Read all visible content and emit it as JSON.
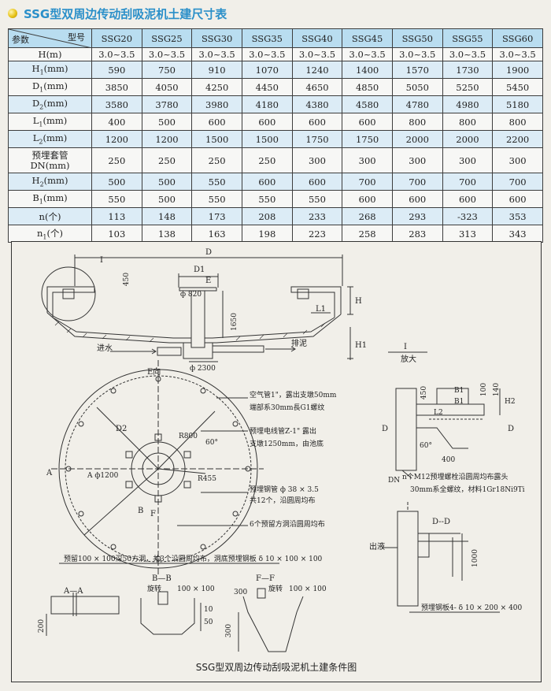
{
  "header": {
    "title": "SSG型双周边传动刮吸泥机土建尺寸表"
  },
  "table": {
    "corner_top": "型号",
    "corner_bottom": "参数",
    "models": [
      "SSG20",
      "SSG25",
      "SSG30",
      "SSG35",
      "SSG40",
      "SSG45",
      "SSG50",
      "SSG55",
      "SSG60"
    ],
    "rows": [
      {
        "base": "H",
        "sub": "",
        "unit": "(m)",
        "values": [
          "3.0~3.5",
          "3.0~3.5",
          "3.0~3.5",
          "3.0~3.5",
          "3.0~3.5",
          "3.0~3.5",
          "3.0~3.5",
          "3.0~3.5",
          "3.0~3.5"
        ]
      },
      {
        "base": "H",
        "sub": "1",
        "unit": "(mm)",
        "values": [
          "590",
          "750",
          "910",
          "1070",
          "1240",
          "1400",
          "1570",
          "1730",
          "1900"
        ]
      },
      {
        "base": "D",
        "sub": "1",
        "unit": "(mm)",
        "values": [
          "3850",
          "4050",
          "4250",
          "4450",
          "4650",
          "4850",
          "5050",
          "5250",
          "5450"
        ]
      },
      {
        "base": "D",
        "sub": "2",
        "unit": "(mm)",
        "values": [
          "3580",
          "3780",
          "3980",
          "4180",
          "4380",
          "4580",
          "4780",
          "4980",
          "5180"
        ]
      },
      {
        "base": "L",
        "sub": "1",
        "unit": "(mm)",
        "values": [
          "400",
          "500",
          "600",
          "600",
          "600",
          "600",
          "800",
          "800",
          "800"
        ]
      },
      {
        "base": "L",
        "sub": "2",
        "unit": "(mm)",
        "values": [
          "1200",
          "1200",
          "1500",
          "1500",
          "1750",
          "1750",
          "2000",
          "2000",
          "2200"
        ]
      },
      {
        "base": "预埋套管",
        "sub": "",
        "unit": "DN(mm)",
        "values": [
          "250",
          "250",
          "250",
          "250",
          "300",
          "300",
          "300",
          "300",
          "300"
        ]
      },
      {
        "base": "H",
        "sub": "2",
        "unit": "(mm)",
        "values": [
          "500",
          "500",
          "550",
          "600",
          "600",
          "700",
          "700",
          "700",
          "700"
        ]
      },
      {
        "base": "B",
        "sub": "1",
        "unit": "(mm)",
        "values": [
          "550",
          "500",
          "550",
          "550",
          "550",
          "600",
          "600",
          "600",
          "600"
        ]
      },
      {
        "base": "n(个)",
        "sub": "",
        "unit": "",
        "values": [
          "113",
          "148",
          "173",
          "208",
          "233",
          "268",
          "293",
          "-323",
          "353"
        ]
      },
      {
        "base": "n",
        "sub": "1",
        "unit": "(个)",
        "values": [
          "103",
          "138",
          "163",
          "198",
          "223",
          "258",
          "283",
          "313",
          "343"
        ]
      }
    ]
  },
  "drawing": {
    "caption": "SSG型双周边传动刮吸泥机土建条件图",
    "labels": {
      "D": "D",
      "D1": "D1",
      "E": "E",
      "I": "I",
      "h450": "450",
      "phi820": "ф 820",
      "h1650": "1650",
      "H": "H",
      "L1": "L1",
      "H1": "H1",
      "inlet": "进水",
      "outlet": "排泥",
      "phi2300": "ф 2300",
      "Edir": "E向",
      "D2": "D2",
      "R800": "R800",
      "deg60": "60°",
      "R455": "R455",
      "A": "A",
      "phi1200": "A ф1200",
      "B": "B",
      "F": "F",
      "note_air1": "空气管1\"，露出支墩50mm",
      "note_air2": "端部系30mm長G1螺纹",
      "note_cable1": "预埋电线管Z-1\" 露出",
      "note_cable2": "支墩1250mm，由池底",
      "note_pipe1": "预埋钢管 ф 38 × 3.5",
      "note_pipe2": "共12个，沿圆周均布",
      "note_holes": "6个预留方洞沿圆周均布",
      "note_bottom": "预留100 × 100深50方洞，共3个沿圆周均布，洞底预埋钢板 δ 10 × 100 × 100",
      "detail_I": "I",
      "detail_enlarge": "放大",
      "d450": "450",
      "B1a": "B1",
      "b100": "100",
      "b140": "140",
      "B1b": "B1",
      "H2": "H2",
      "L2": "L2",
      "ang": "60°",
      "dim400": "400",
      "Dleft": "D",
      "Dright": "D",
      "DN": "DN",
      "note_bolt1": "n个M12预埋螺栓沿圆周均布露头",
      "note_bolt2": "30mm系全螺纹，材料1Gr18Ni9Ti",
      "DD": "D--D",
      "outflow": "出液",
      "dim1000": "1000",
      "note_plate": "预埋钢板4- δ 10 × 200 × 400",
      "AA": "A—A",
      "dim200": "200",
      "BB": "B—B",
      "rot1": "旋转",
      "dimBB": "100 × 100",
      "dim10": "10",
      "dim50": "50",
      "FF": "F—F",
      "rot2": "旋转",
      "dimFF": "100 × 100",
      "dim300a": "300",
      "dim300b": "300"
    }
  },
  "colors": {
    "title": "#2a8fc9",
    "header_row": "#b9ddf0",
    "alt_row": "#dcecf6",
    "line": "#3d3d3d"
  }
}
